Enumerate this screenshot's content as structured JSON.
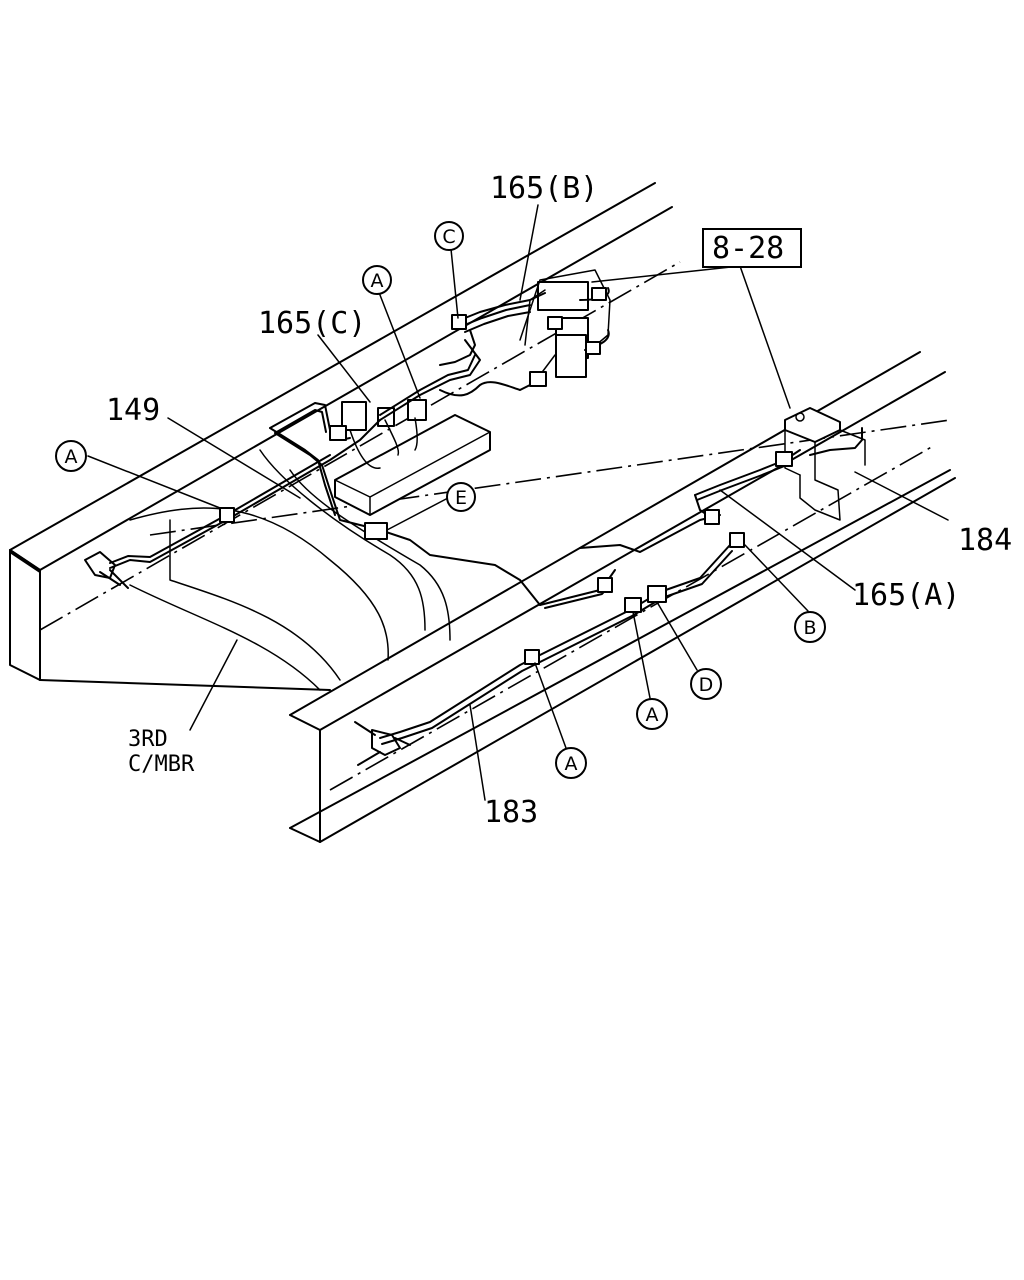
{
  "labels": {
    "part_165B": "165(B)",
    "part_165C": "165(C)",
    "part_165A": "165(A)",
    "part_149": "149",
    "part_183": "183",
    "part_184": "184",
    "ref_box": "8-28",
    "member_line1": "3RD",
    "member_line2": "C/MBR"
  },
  "callouts": {
    "c_top": "C",
    "a_upper": "A",
    "a_left": "A",
    "e_clip": "E",
    "b_right": "B",
    "d_joint": "D",
    "a_joint": "A",
    "a_bottom": "A"
  }
}
